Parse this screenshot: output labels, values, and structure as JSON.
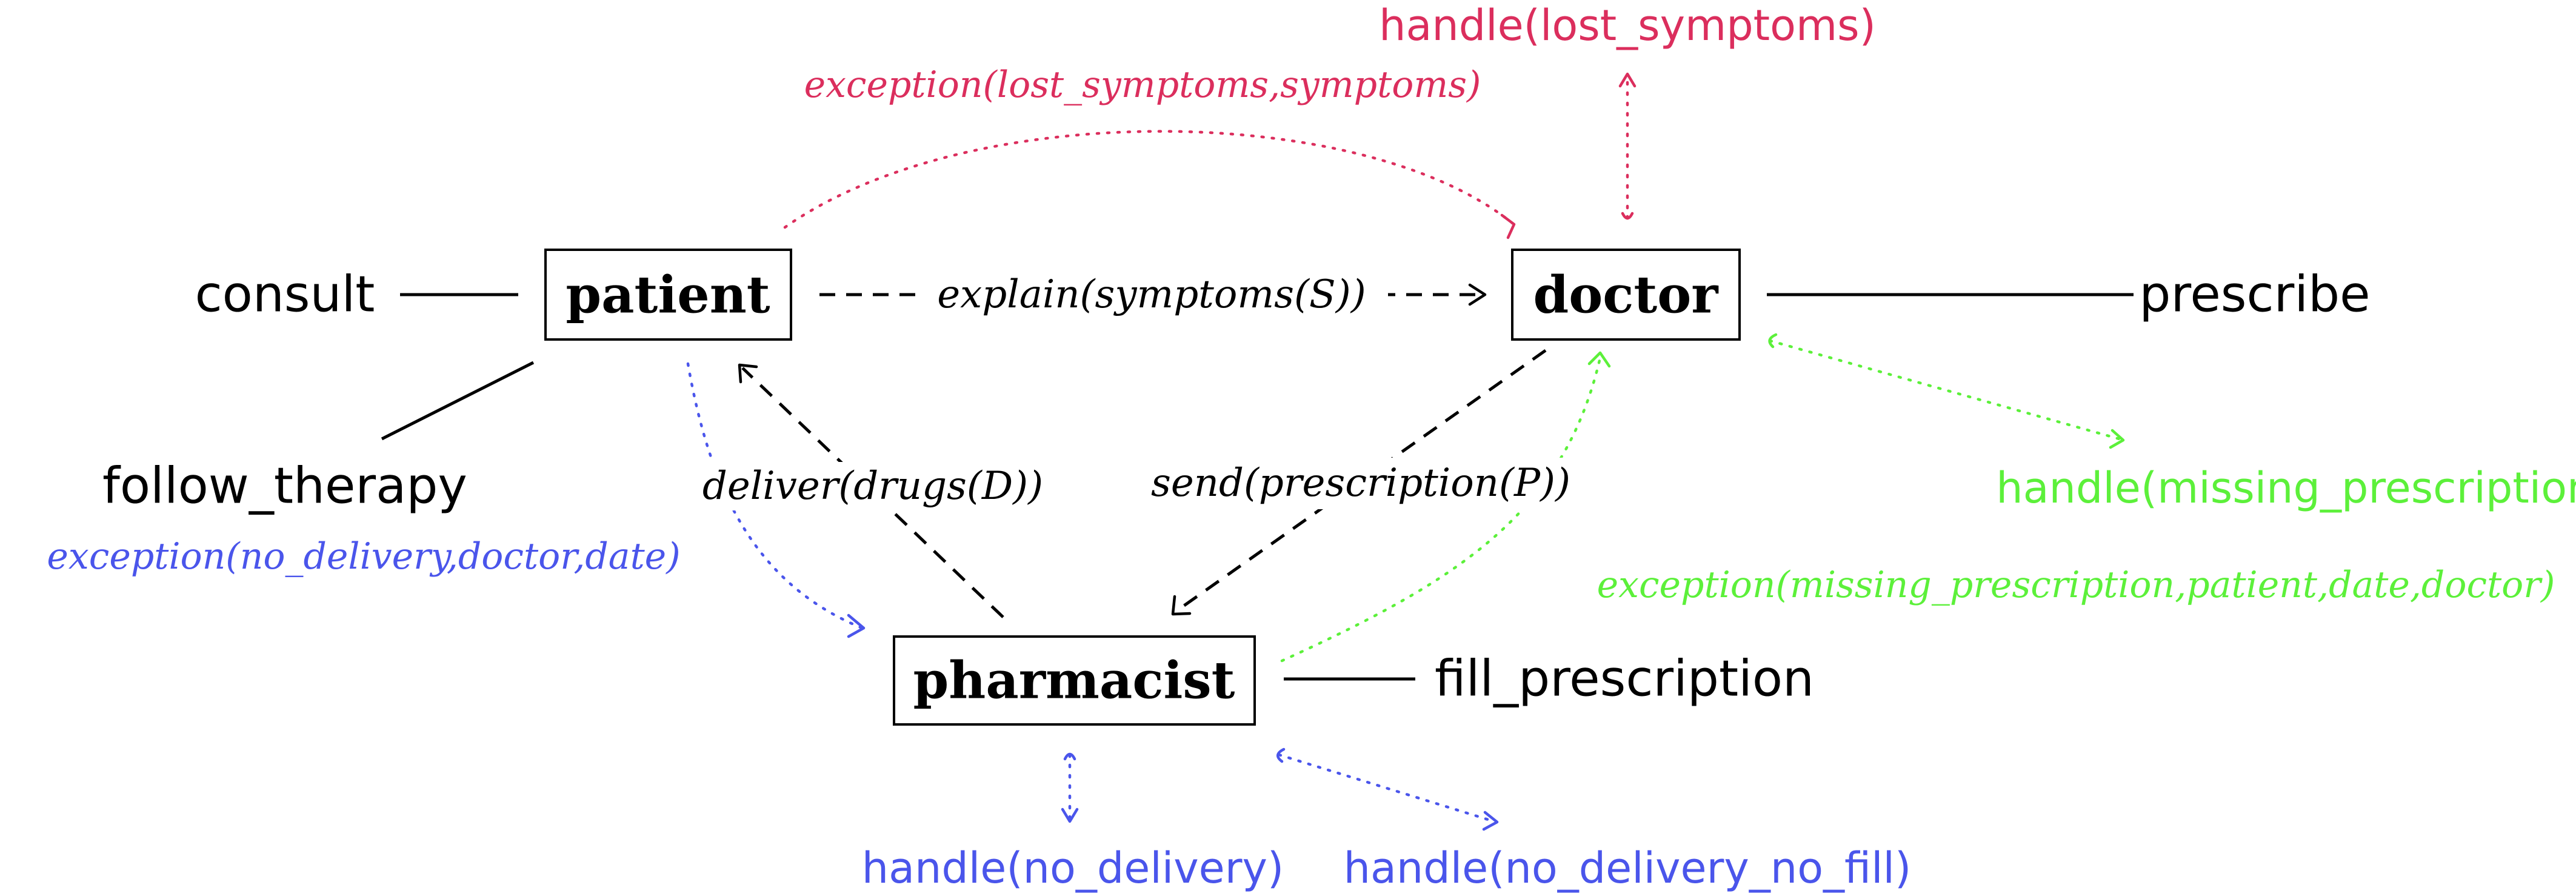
{
  "colors": {
    "black": "#000000",
    "lost_symptoms": "#db2e5d",
    "missing_prescription": "#5cf03a",
    "no_delivery": "#4a55eb"
  },
  "roles": {
    "patient": "patient",
    "doctor": "doctor",
    "pharmacist": "pharmacist"
  },
  "actions": {
    "consult": "consult",
    "prescribe": "prescribe",
    "follow_therapy": "follow_therapy",
    "fill_prescription": "fill_prescription"
  },
  "messages": {
    "explain": "explain(symptoms(S))",
    "send": "send(prescription(P))",
    "deliver": "deliver(drugs(D))"
  },
  "exceptions": {
    "lost_symptoms": "exception(lost_symptoms,symptoms)",
    "missing_prescription": "exception(missing_prescription,patient,date,doctor)",
    "no_delivery": "exception(no_delivery,doctor,date)"
  },
  "handlers": {
    "lost_symptoms": "handle(lost_symptoms)",
    "missing_prescription": "handle(missing_prescription)",
    "no_delivery": "handle(no_delivery)",
    "no_delivery_no_fill": "handle(no_delivery_no_fill)"
  }
}
